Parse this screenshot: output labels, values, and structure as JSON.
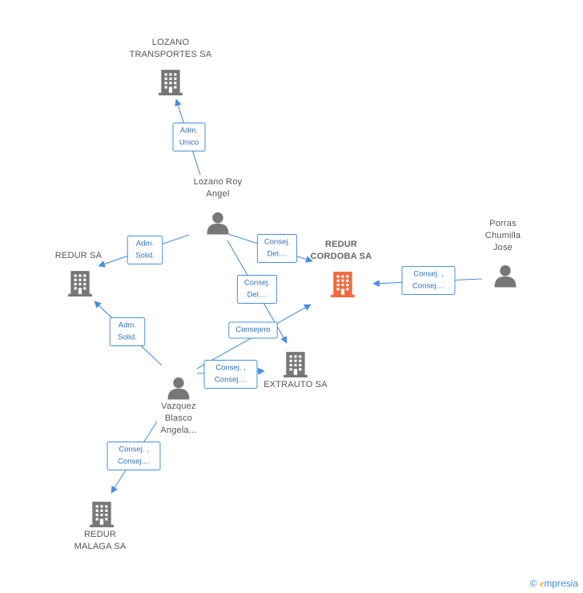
{
  "colors": {
    "company": "#777777",
    "focus_company": "#f26a3d",
    "person": "#777777",
    "edge": "#4a8fdc",
    "edge_text": "#2f6fc0",
    "label": "#555555"
  },
  "nodes": [
    {
      "id": "lozano_transportes",
      "type": "company",
      "icon": "building-icon",
      "label_lines": [
        "LOZANO",
        "TRANSPORTES SA"
      ]
    },
    {
      "id": "lozano_roy",
      "type": "person",
      "icon": "person-icon",
      "label_lines": [
        "Lozano Roy",
        "Angel"
      ]
    },
    {
      "id": "redur_sa",
      "type": "company",
      "icon": "building-icon",
      "label_lines": [
        "REDUR SA"
      ]
    },
    {
      "id": "redur_cordoba",
      "type": "company",
      "icon": "building-icon",
      "focus": true,
      "label_lines": [
        "REDUR",
        "CORDOBA SA"
      ]
    },
    {
      "id": "porras",
      "type": "person",
      "icon": "person-icon",
      "label_lines": [
        "Porras",
        "Chumilla",
        "Jose"
      ]
    },
    {
      "id": "extrauto",
      "type": "company",
      "icon": "building-icon",
      "label_lines": [
        "EXTRAUTO SA"
      ]
    },
    {
      "id": "vazquez",
      "type": "person",
      "icon": "person-icon",
      "label_lines": [
        "Vazquez",
        "Blasco",
        "Angela..."
      ]
    },
    {
      "id": "redur_malaga",
      "type": "company",
      "icon": "building-icon",
      "label_lines": [
        "REDUR",
        "MALAGA SA"
      ]
    }
  ],
  "edges": [
    {
      "from": "lozano_roy",
      "to": "lozano_transportes",
      "label_lines": [
        "Adm.",
        "Unico"
      ]
    },
    {
      "from": "lozano_roy",
      "to": "redur_sa",
      "label_lines": [
        "Adm.",
        "Solid."
      ]
    },
    {
      "from": "lozano_roy",
      "to": "redur_cordoba",
      "label_lines": [
        "Consej.",
        "Del...."
      ]
    },
    {
      "from": "lozano_roy",
      "to": "extrauto",
      "label_lines": [
        "Consej.",
        "Del...."
      ]
    },
    {
      "from": "porras",
      "to": "redur_cordoba",
      "label_lines": [
        "Consej. ,",
        "Consej...."
      ]
    },
    {
      "from": "vazquez",
      "to": "redur_sa",
      "label_lines": [
        "Adm.",
        "Solid."
      ]
    },
    {
      "from": "vazquez",
      "to": "redur_cordoba",
      "label_lines": [
        "Consejero"
      ]
    },
    {
      "from": "vazquez",
      "to": "extrauto",
      "label_lines": [
        "Consej. ,",
        "Consej...."
      ]
    },
    {
      "from": "vazquez",
      "to": "redur_malaga",
      "label_lines": [
        "Consej. ,",
        "Consej...."
      ]
    }
  ],
  "brand": {
    "copyright": "©",
    "name_initial": "e",
    "name_rest": "mpresia"
  }
}
